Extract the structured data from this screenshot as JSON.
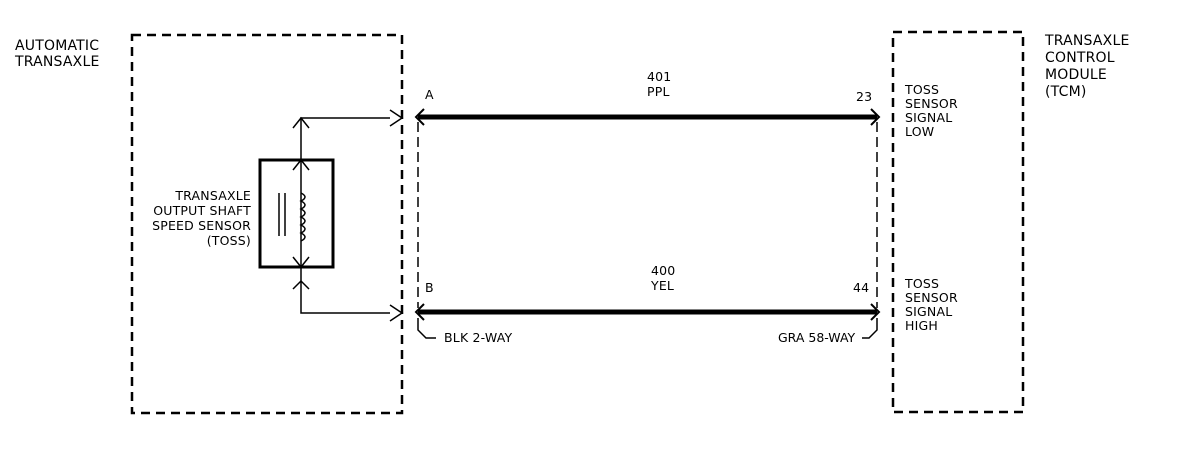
{
  "left_module": {
    "line1": "AUTOMATIC",
    "line2": "TRANSAXLE"
  },
  "right_module": {
    "line1": "TRANSAXLE",
    "line2": "CONTROL",
    "line3": "MODULE",
    "line4": "(TCM)"
  },
  "sensor": {
    "line1": "TRANSAXLE",
    "line2": "OUTPUT SHAFT",
    "line3": "SPEED SENSOR",
    "line4": "(TOSS)"
  },
  "wire_top": {
    "circuit": "401",
    "color": "PPL",
    "left_pin": "A",
    "right_pin": "23"
  },
  "wire_bottom": {
    "circuit": "400",
    "color": "YEL",
    "left_pin": "B",
    "right_pin": "44"
  },
  "connectors": {
    "left": "BLK 2-WAY",
    "right": "GRA 58-WAY"
  },
  "signals": {
    "low": {
      "line1": "TOSS",
      "line2": "SENSOR",
      "line3": "SIGNAL",
      "line4": "LOW"
    },
    "high": {
      "line1": "TOSS",
      "line2": "SENSOR",
      "line3": "SIGNAL",
      "line4": "HIGH"
    }
  }
}
